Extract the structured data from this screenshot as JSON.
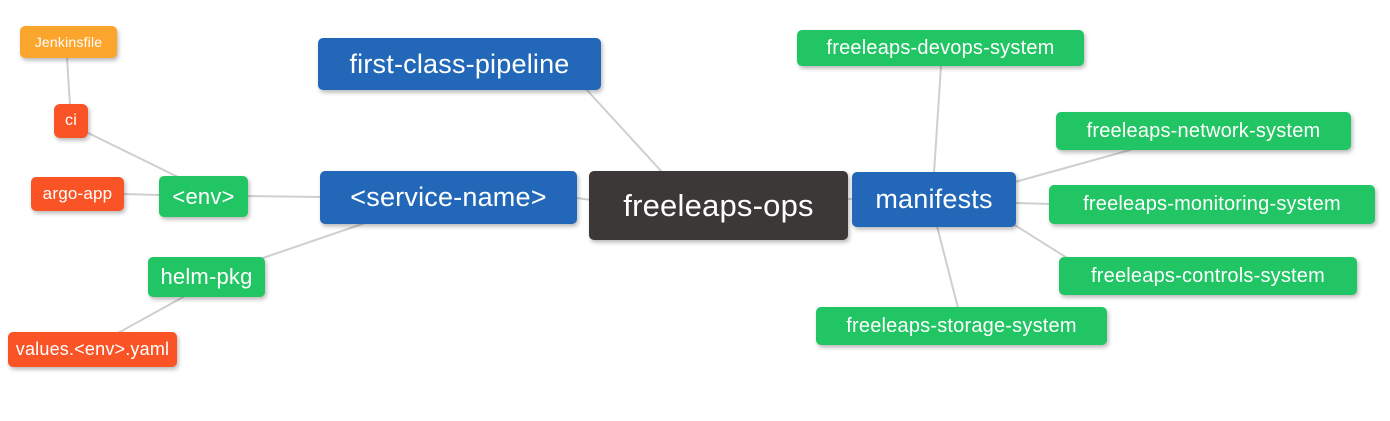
{
  "palette": {
    "background": "#FFFFFF",
    "root_node": "#3C3838",
    "branch_node": "#2368B8",
    "green_node": "#22C563",
    "orange_node": "#FBA52D",
    "red_node": "#FA5426",
    "edge_line": "#CFCFCF",
    "node_text": "#FFFFFF"
  },
  "nodes": [
    {
      "id": "jenkinsfile",
      "label": "Jenkinsfile",
      "color": "orange"
    },
    {
      "id": "ci",
      "label": "ci",
      "color": "red"
    },
    {
      "id": "argo-app",
      "label": "argo-app",
      "color": "red"
    },
    {
      "id": "env",
      "label": "<env>",
      "color": "green"
    },
    {
      "id": "helm-pkg",
      "label": "helm-pkg",
      "color": "green"
    },
    {
      "id": "values-env-yaml",
      "label": "values.<env>.yaml",
      "color": "red"
    },
    {
      "id": "first-class-pipeline",
      "label": "first-class-pipeline",
      "color": "blue"
    },
    {
      "id": "service-name",
      "label": "<service-name>",
      "color": "blue"
    },
    {
      "id": "freeleaps-ops",
      "label": "freeleaps-ops",
      "color": "dark"
    },
    {
      "id": "manifests",
      "label": "manifests",
      "color": "blue"
    },
    {
      "id": "devops-system",
      "label": "freeleaps-devops-system",
      "color": "green"
    },
    {
      "id": "network-system",
      "label": "freeleaps-network-system",
      "color": "green"
    },
    {
      "id": "monitoring-system",
      "label": "freeleaps-monitoring-system",
      "color": "green"
    },
    {
      "id": "controls-system",
      "label": "freeleaps-controls-system",
      "color": "green"
    },
    {
      "id": "storage-system",
      "label": "freeleaps-storage-system",
      "color": "green"
    }
  ],
  "edges": [
    [
      "jenkinsfile",
      "ci"
    ],
    [
      "ci",
      "env"
    ],
    [
      "argo-app",
      "env"
    ],
    [
      "env",
      "service-name"
    ],
    [
      "helm-pkg",
      "service-name"
    ],
    [
      "values-env-yaml",
      "helm-pkg"
    ],
    [
      "first-class-pipeline",
      "freeleaps-ops"
    ],
    [
      "service-name",
      "freeleaps-ops"
    ],
    [
      "freeleaps-ops",
      "manifests"
    ],
    [
      "devops-system",
      "manifests"
    ],
    [
      "manifests",
      "network-system"
    ],
    [
      "manifests",
      "monitoring-system"
    ],
    [
      "manifests",
      "controls-system"
    ],
    [
      "manifests",
      "storage-system"
    ]
  ]
}
